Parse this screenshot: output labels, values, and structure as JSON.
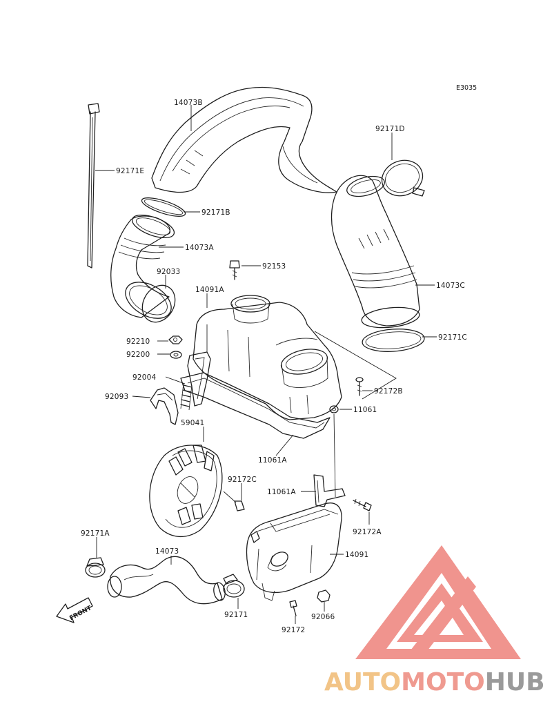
{
  "diagram_code": "E3035",
  "direction_label": "FRONT",
  "watermark": {
    "parts": [
      "AUTO",
      "MOTO",
      "HUB"
    ],
    "colors": {
      "auto": "#f2c487",
      "moto": "#ef9a90",
      "hub": "#9a9a9a",
      "logo": "#ee8a84"
    }
  },
  "parts": {
    "p14073B": "14073B",
    "p92171E": "92171E",
    "p92171D": "92171D",
    "p92171B": "92171B",
    "p14073A": "14073A",
    "p92033": "92033",
    "p92153": "92153",
    "p14091A": "14091A",
    "p14073C": "14073C",
    "p92171C": "92171C",
    "p92210": "92210",
    "p92200": "92200",
    "p92004": "92004",
    "p92093": "92093",
    "p92172B": "92172B",
    "p11061": "11061",
    "p59041": "59041",
    "p11061A_1": "11061A",
    "p92172C": "92172C",
    "p11061A_2": "11061A",
    "p92172A": "92172A",
    "p92171A": "92171A",
    "p14073": "14073",
    "p14091": "14091",
    "p92171": "92171",
    "p92066": "92066",
    "p92172": "92172"
  }
}
